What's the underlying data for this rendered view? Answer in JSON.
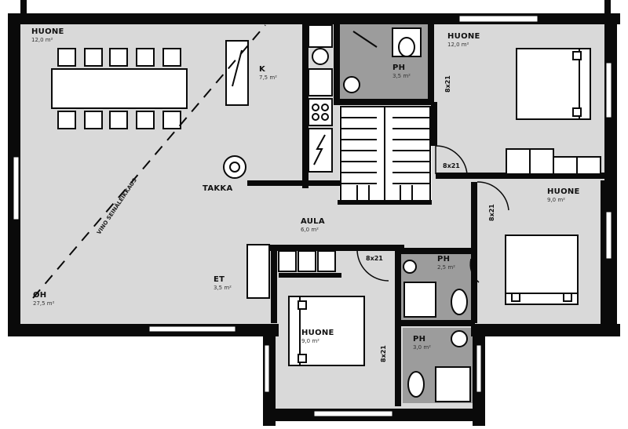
{
  "rooms": {
    "huone_top_left": {
      "name": "HUONE",
      "area": "12,0 m²"
    },
    "keittio": {
      "name": "K",
      "area": "7,5 m²"
    },
    "ph_top": {
      "name": "PH",
      "area": "3,5 m²"
    },
    "huone_top_right": {
      "name": "HUONE",
      "area": "12,0 m²"
    },
    "huone_right": {
      "name": "HUONE",
      "area": "9,0 m²"
    },
    "aula": {
      "name": "AULA",
      "area": "6,0 m²"
    },
    "et": {
      "name": "ET",
      "area": "3,5 m²"
    },
    "oh": {
      "name": "OH",
      "area": "27,5 m²"
    },
    "ph_middle": {
      "name": "PH",
      "area": "2,5 m²"
    },
    "huone_bottom": {
      "name": "HUONE",
      "area": "9,0 m²"
    },
    "ph_bottom": {
      "name": "PH",
      "area": "3,0 m²"
    }
  },
  "fixtures": {
    "takka": "TAKKA"
  },
  "annotations": {
    "divider_note": "VINO SEINÄLEIKKAUS",
    "door_1": "8x21",
    "door_2": "8x21",
    "door_3": "8x21",
    "door_4": "8x21",
    "door_5": "8x21"
  },
  "colors": {
    "floor": "#d9d9d9",
    "bath": "#9c9c9c",
    "wall": "#0a0a0a",
    "furniture": "#ffffff"
  }
}
